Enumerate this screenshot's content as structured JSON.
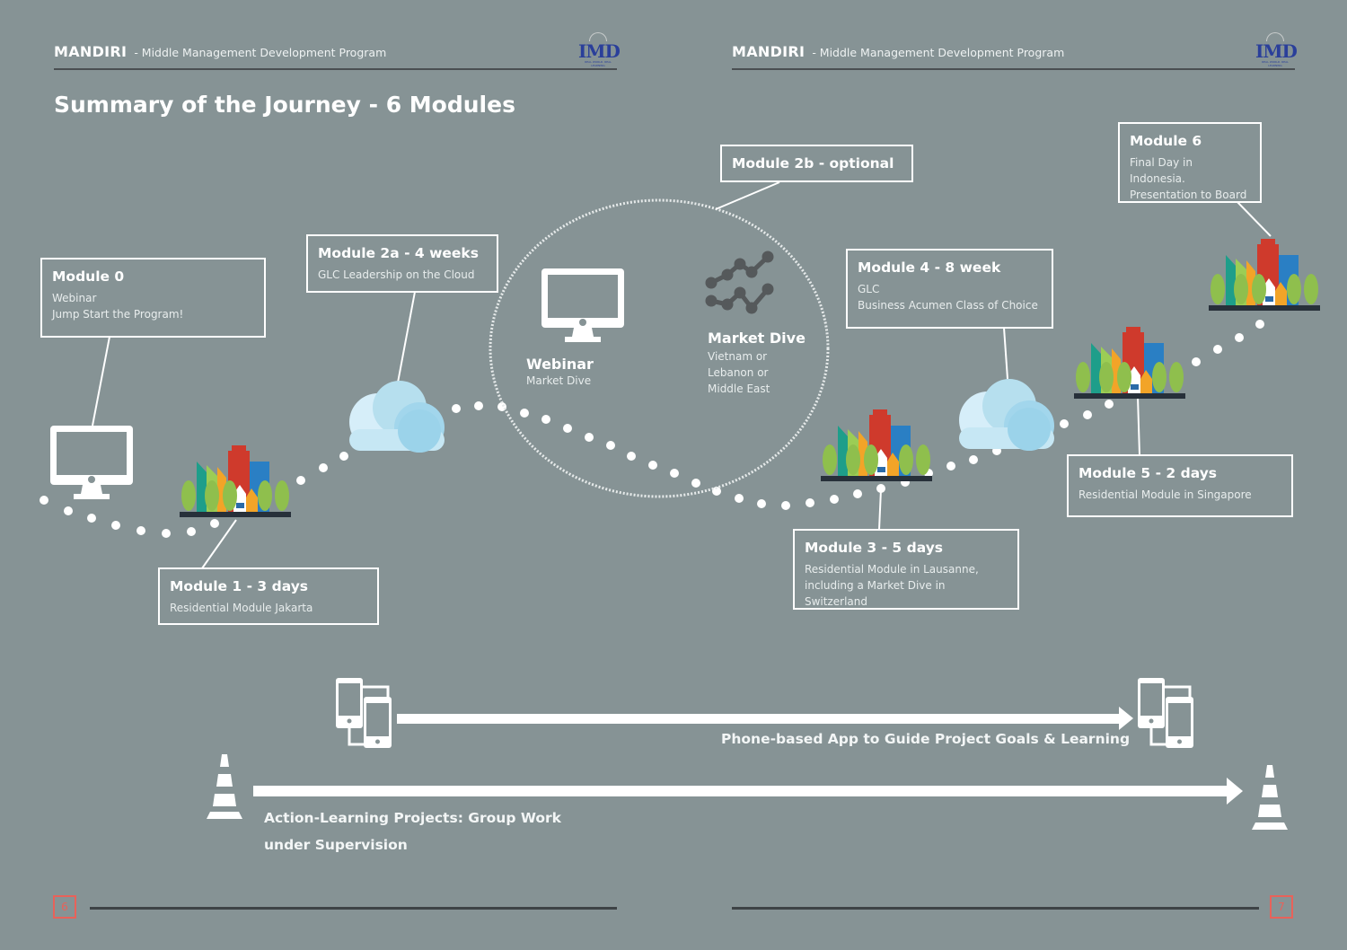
{
  "header": {
    "left": {
      "brand": "MANDIRI",
      "subtitle": "- Middle Management Development Program",
      "logo": "IMD",
      "logo_tagline": "REAL WORLD. REAL LEARNING"
    },
    "right": {
      "brand": "MANDIRI",
      "subtitle": "- Middle Management Development Program",
      "logo": "IMD",
      "logo_tagline": "REAL WORLD. REAL LEARNING"
    }
  },
  "page_title": "Summary of the Journey - 6 Modules",
  "modules": [
    {
      "id": "module-0",
      "title": "Module 0",
      "lines": [
        "Webinar",
        "Jump Start the Program!"
      ],
      "icon": "monitor-icon"
    },
    {
      "id": "module-1",
      "title": "Module 1 - 3 days",
      "lines": [
        "Residential Module Jakarta"
      ],
      "icon": "city-icon"
    },
    {
      "id": "module-2a",
      "title": "Module 2a - 4 weeks",
      "lines": [
        "GLC Leadership on the Cloud"
      ],
      "icon": "cloud-icon"
    },
    {
      "id": "module-2b",
      "title": "Module 2b - optional",
      "lines": [],
      "icon": "dashed-circle"
    },
    {
      "id": "module-3",
      "title": "Module 3 - 5 days",
      "lines": [
        "Residential Module in Lausanne,",
        "including a Market Dive in Switzerland"
      ],
      "icon": "city-icon"
    },
    {
      "id": "module-4",
      "title": "Module 4 - 8 week",
      "lines": [
        "GLC",
        "Business Acumen Class of Choice"
      ],
      "icon": "cloud-icon"
    },
    {
      "id": "module-5",
      "title": "Module 5 - 2 days",
      "lines": [
        "Residential Module in Singapore"
      ],
      "icon": "city-icon"
    },
    {
      "id": "module-6",
      "title": "Module 6",
      "lines": [
        "Final Day in Indonesia.",
        "Presentation to Board"
      ],
      "icon": "city-icon"
    }
  ],
  "optional_circle": {
    "webinar": {
      "title": "Webinar",
      "subtitle": "Market Dive"
    },
    "market_dive": {
      "title": "Market Dive",
      "lines": [
        "Vietnam or",
        "Lebanon or",
        "Middle East"
      ]
    }
  },
  "tracks": {
    "phone_app": "Phone-based App to Guide Project Goals & Learning",
    "action_learning": [
      "Action-Learning Projects: Group Work",
      "under Supervision"
    ]
  },
  "footer": {
    "left_page": "6",
    "right_page": "7"
  },
  "colors": {
    "background": "#869395",
    "accent": "#e8625a",
    "logo": "#2a3f9a",
    "divider": "#4a4f52"
  }
}
